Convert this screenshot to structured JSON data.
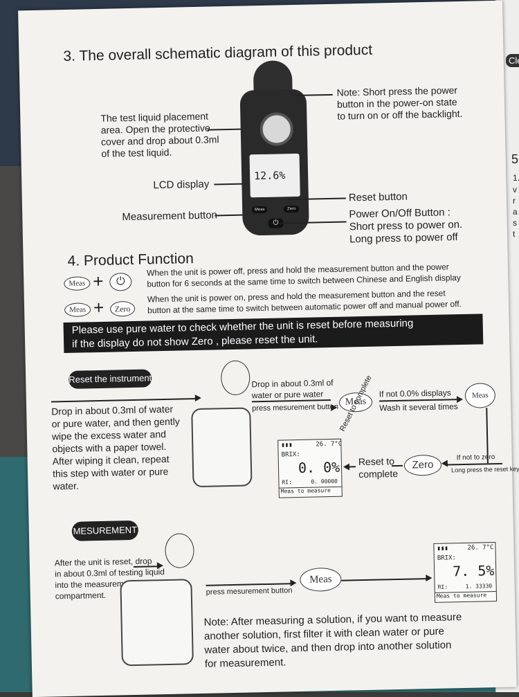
{
  "section3": {
    "title": "3. The overall schematic diagram of this product",
    "placement_label": [
      "The test liquid placement",
      "area. Open the protective",
      "cover and drop about 0.3ml",
      "of the test liquid."
    ],
    "lcd_label": "LCD display",
    "measurement_label": "Measurement button",
    "note": [
      "Note: Short press the power",
      "button in the power-on state",
      "to turn on or off the backlight."
    ],
    "reset_label": "Reset button",
    "power_label": [
      "Power On/Off Button :",
      "Short press to power on.",
      "Long press to power off"
    ],
    "device_reading": "12.6%"
  },
  "section4": {
    "title": "4. Product Function",
    "row1_text": [
      "When the unit is power off, press and hold the measurement button and the power",
      "button for 6 seconds at  the same time to switch between Chinese and English display"
    ],
    "row2_text": [
      "When the unit is power on,  press and hold the measurement button and the reset",
      "button at the same time   to switch between automatic power off and manual power off."
    ],
    "meas_label": "Meas",
    "zero_label": "Zero",
    "plus": "+",
    "power_symbol": "⏻"
  },
  "banner": [
    "Please use pure water to check whether the unit is reset before measuring",
    "if the display do not show Zero , please reset the unit."
  ],
  "reset_section": {
    "tag": "Reset the instrument",
    "left_text": [
      "Drop in about 0.3ml of water",
      "or pure water, and then gently",
      "wipe the excess water and",
      "objects with a paper towel.",
      "After wiping it clean, repeat",
      "this step with water or pure",
      "water."
    ],
    "drop_text": [
      "Drop in about 0.3ml of",
      "water or pure water"
    ],
    "press_text": "press mesurement button",
    "meas": "Meas",
    "if_not_00": "If not 0.0% displays",
    "wash_text": "Wash it several times",
    "reset_complete_diag": "Reset to complete",
    "reset_to": "Reset to",
    "complete": "complete",
    "zero": "Zero",
    "if_not_zero": "If not to zero",
    "long_press": "Long press the reset key",
    "lcd": {
      "temp": "26. 7°C",
      "brix": "BRIX:",
      "value": "0. 0%",
      "ri_label": "RI:",
      "ri_value": "0. 00000",
      "footer": "Meas to measure"
    }
  },
  "measurement_section": {
    "tag": "MESUREMENT",
    "left_text": [
      "After the unit is reset, drop",
      "in about 0.3ml of testing liquid",
      "into the measurement",
      "compartment."
    ],
    "press_text": "press mesurement button",
    "meas": "Meas",
    "lcd": {
      "temp": "26. 7°C",
      "brix": "BRIX:",
      "value": "7. 5%",
      "ri_label": "RI:",
      "ri_value": "1. 33330",
      "footer": "Meas to measure"
    },
    "note": [
      "Note: After measuring a solution, if you want to measure",
      "another solution, first filter it with clean water or pure",
      "water about twice, and then drop into another solution",
      "for measurement."
    ]
  },
  "side_page": {
    "top": "Cle",
    "number": "5",
    "bits": [
      "1.",
      "v",
      "r",
      "a",
      "s",
      "t"
    ]
  }
}
